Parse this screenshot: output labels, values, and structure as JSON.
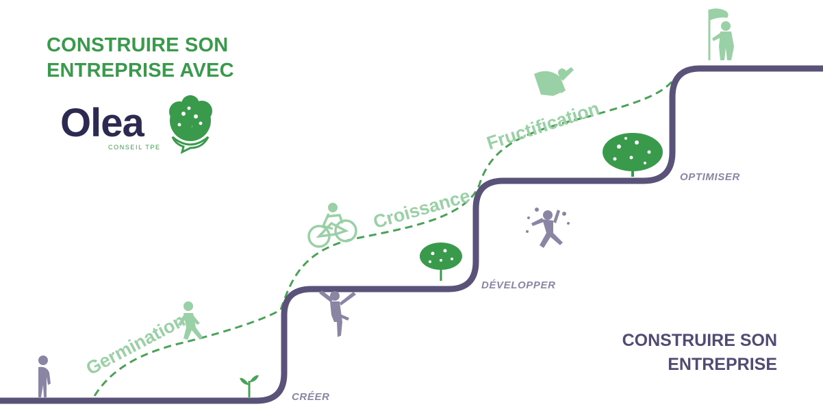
{
  "header": {
    "line1": "CONSTRUIRE SON",
    "line2": "ENTREPRISE AVEC"
  },
  "logo": {
    "word": "Olea",
    "subtitle": "CONSEIL TPE",
    "icon": "olive-tree-logo-icon"
  },
  "footer_title": {
    "line1": "CONSTRUIRE SON",
    "line2": "ENTREPRISE"
  },
  "steps": [
    "CRÉER",
    "DÉVELOPPER",
    "OPTIMISER"
  ],
  "phases": [
    "Germination",
    "Croissance",
    "Fructification"
  ],
  "figures": [
    "sad-person-icon",
    "sprout-icon",
    "walking-person-icon",
    "climbing-person-icon",
    "cyclist-icon",
    "small-tree-icon",
    "rock-climber-icon",
    "superhero-icon",
    "big-tree-icon",
    "flag-person-icon"
  ],
  "colors": {
    "brand_green": "#3a9a4c",
    "light_green": "#9ad0a5",
    "path_green": "#4aa257",
    "staircase": "#5a5278",
    "label_grey": "#8a85a3",
    "figure_grey": "#8a85a3",
    "logo_navy": "#2d2a52"
  }
}
